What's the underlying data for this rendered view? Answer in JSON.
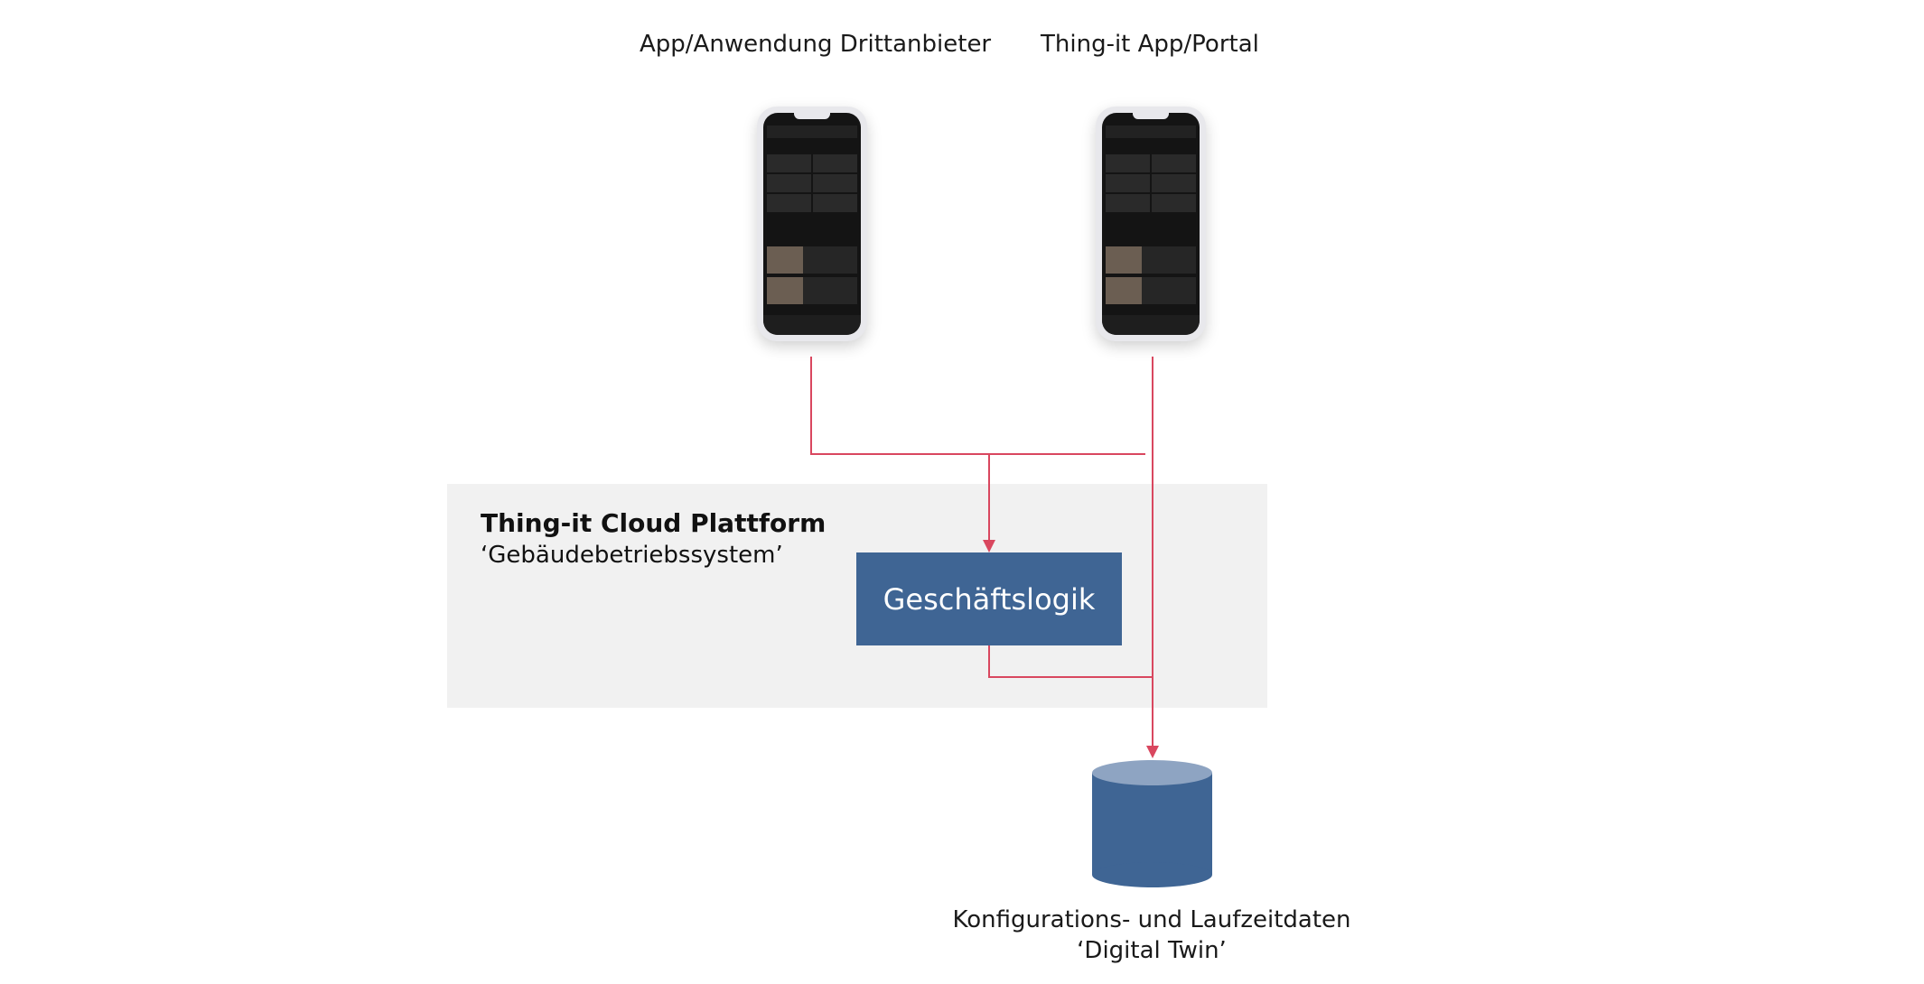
{
  "clients": {
    "third_party": {
      "label": "App/Anwendung Drittanbieter"
    },
    "thing_it": {
      "label": "Thing-it App/Portal"
    }
  },
  "platform": {
    "title": "Thing-it Cloud Plattform",
    "subtitle": "‘Gebäudebetriebssystem’"
  },
  "logic": {
    "label": "Geschäftslogik"
  },
  "database": {
    "line1": "Konfigurations- und Laufzeitdaten",
    "line2": "‘Digital Twin’"
  },
  "colors": {
    "connector": "#d9475f",
    "box": "#3f6594",
    "db_body": "#3f6594",
    "db_top": "#8ea4c2",
    "platform_bg": "#f1f1f1"
  }
}
